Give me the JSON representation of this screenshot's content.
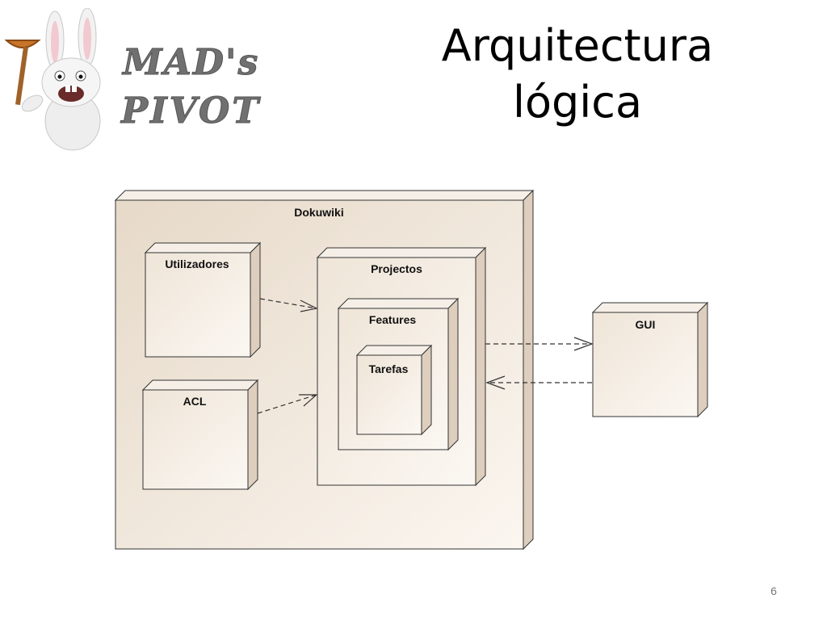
{
  "slide": {
    "title_line1": "Arquitectura",
    "title_line2": "lógica",
    "page_number": "6"
  },
  "logo": {
    "line1": "MAD's",
    "line2": "PIVOT",
    "mascot_icon": "rabbid-with-plunger-icon"
  },
  "diagram": {
    "nodes": {
      "dokuwiki": "Dokuwiki",
      "utilizadores": "Utilizadores",
      "acl": "ACL",
      "projectos": "Projectos",
      "features": "Features",
      "tarefas": "Tarefas",
      "gui": "GUI"
    },
    "colors": {
      "node_fill_light": "#f8f2ea",
      "node_fill_dark": "#e8dbcb",
      "node_side": "#ddcebe",
      "stroke": "#333333"
    }
  }
}
